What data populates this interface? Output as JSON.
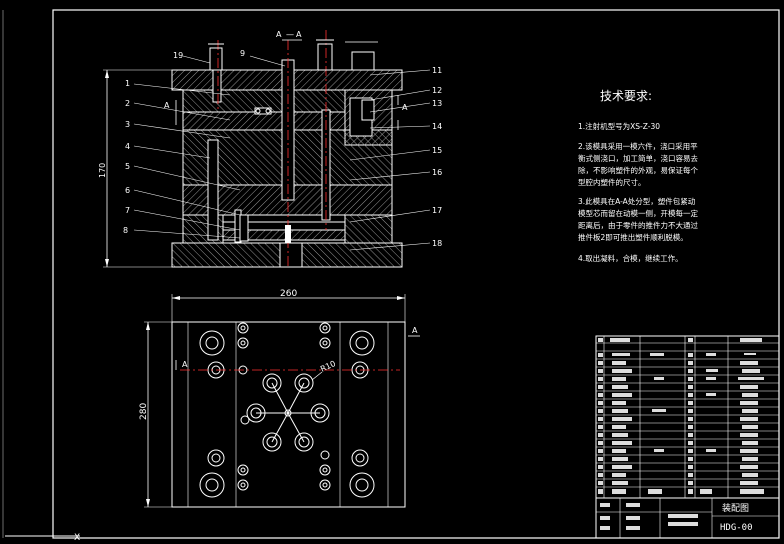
{
  "drawing": {
    "dim_height_front": "170",
    "dim_width_top": "260",
    "dim_height_top": "280",
    "radius_label": "R10",
    "section_label": "A",
    "section_pair_left": "A",
    "section_pair_right": "A",
    "section_dash": "—",
    "left_callouts": [
      "19",
      "9",
      "1",
      "2",
      "3",
      "4",
      "5",
      "6",
      "7",
      "8"
    ],
    "right_callouts": [
      "11",
      "12",
      "13",
      "14",
      "15",
      "16",
      "17",
      "18"
    ]
  },
  "notes": {
    "title": "技术要求:",
    "items": [
      "1.注射机型号为XS-Z-30",
      "2.该模具采用一模六件，浇口采用平",
      "衡式侧浇口，加工简单，浇口容易去",
      "除，不影响塑件的外观，易保证每个",
      "型腔内塑件的尺寸。",
      "3.此模具在A-A处分型，塑件包紧动",
      "模型芯而留在动模一侧，开模每一定",
      "距离后，由于零件的推件力不大通过",
      "推件板2即可推出塑件顺利脱模。",
      "4.取出凝料，合模，继续工作。"
    ]
  },
  "title_block": {
    "drawing_name": "装配图",
    "drawing_number": "HDG-00"
  },
  "colors": {
    "background": "#000000",
    "line": "#ffffff",
    "accent_red": "#ff3030"
  }
}
